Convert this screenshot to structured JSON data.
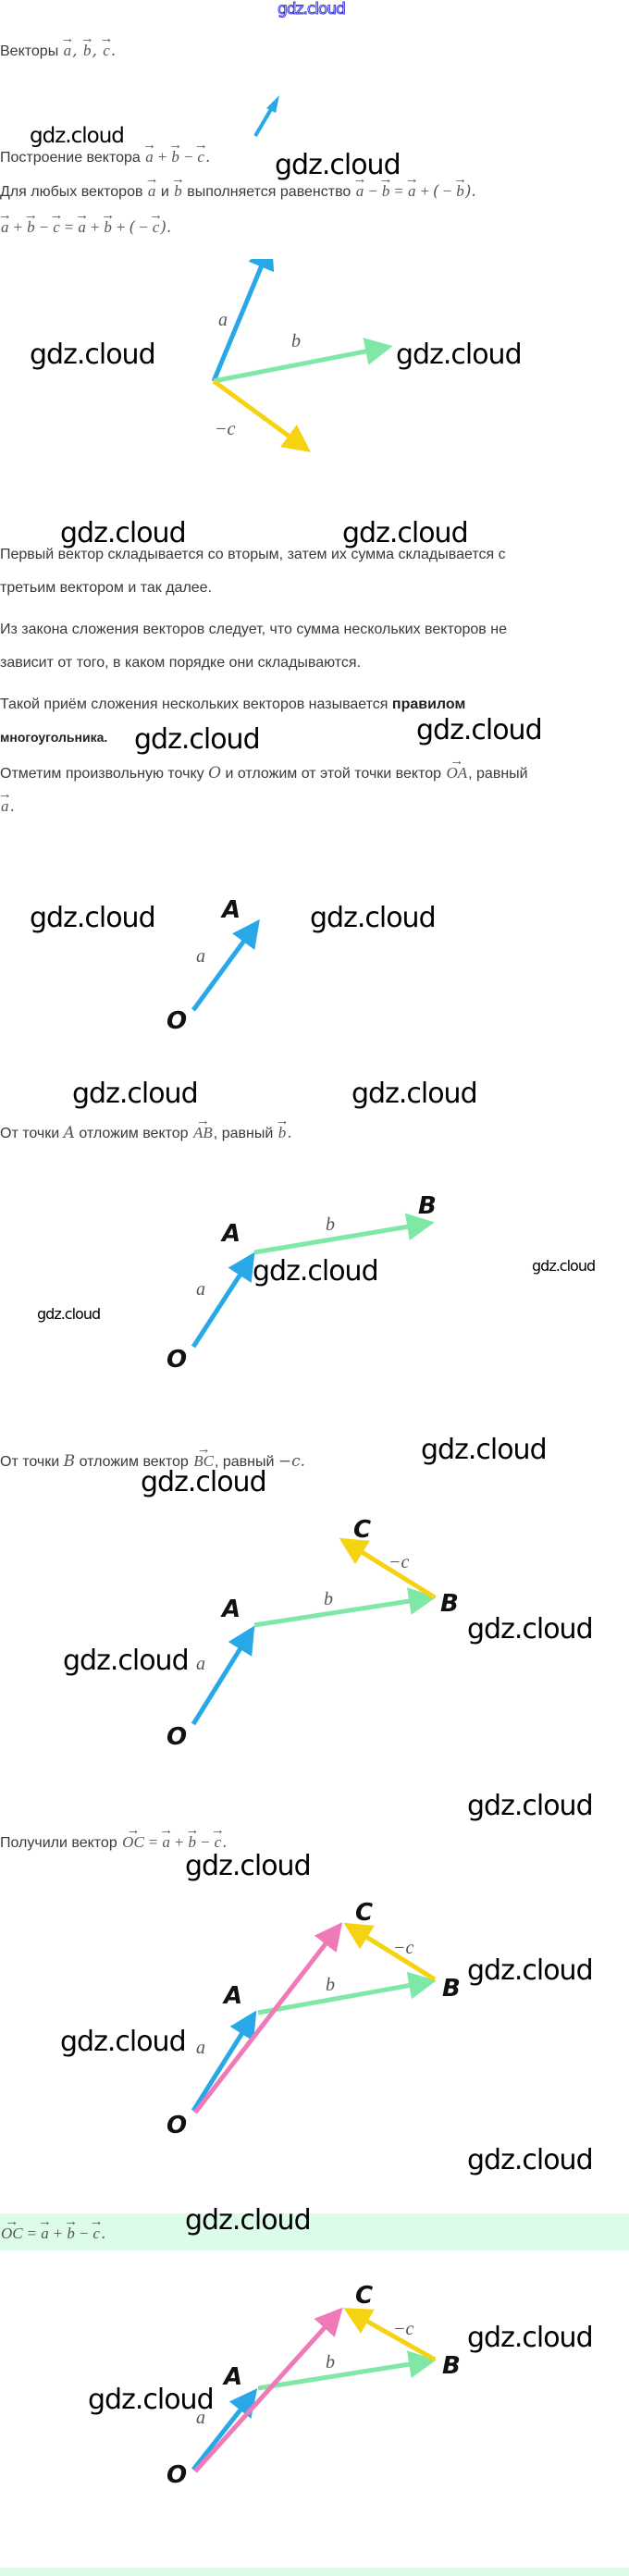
{
  "watermark": "gdz.cloud",
  "colors": {
    "a": "#29a8e8",
    "b": "#80e8a6",
    "c": "#f5d313",
    "oc": "#f07ab8",
    "band": "#ddfbe9"
  },
  "intro": {
    "label": "Векторы",
    "a": "a",
    "b": "b",
    "c": "c"
  },
  "construction": {
    "label": "Построение вектора",
    "a": "a",
    "b": "b",
    "c": "c"
  },
  "identity": {
    "label": "Для любых векторов",
    "conj": "и",
    "tail": "выполняется равенство",
    "a": "a",
    "b": "b"
  },
  "equation": {
    "a": "a",
    "b": "b",
    "c": "c"
  },
  "diagram1": {
    "a": "a",
    "b": "b",
    "minus_c": "−c"
  },
  "paragraphs": [
    "Первый вектор складывается со вторым, затем их сумма складывается с",
    "третьим вектором и так далее.",
    "Из закона сложения векторов следует, что сумма нескольких векторов не",
    "зависит от того, в каком порядке они складываются.",
    "Такой приём сложения нескольких векторов называется",
    "правилом",
    "многоугольника."
  ],
  "step1": {
    "text1": "Отметим произвольную точку",
    "point": "O",
    "text2": "и отложим от этой точки вектор",
    "vector": "OA",
    "text3": ", равный",
    "a": "a"
  },
  "step2": {
    "text1": "От точки",
    "point": "A",
    "text2": "отложим вектор",
    "vector": "AB",
    "text3": ", равный",
    "b": "b"
  },
  "step3": {
    "text1": "От точки",
    "point": "B",
    "text2": "отложим вектор",
    "vector": "BC",
    "text3": ", равный",
    "c": "−c"
  },
  "result": {
    "text1": "Получили вектор",
    "vector": "OC",
    "a": "a",
    "b": "b",
    "c": "c"
  },
  "points": {
    "O": "O",
    "A": "A",
    "B": "B",
    "C": "C"
  },
  "labels": {
    "a": "a",
    "b": "b",
    "minus_c": "−c"
  }
}
